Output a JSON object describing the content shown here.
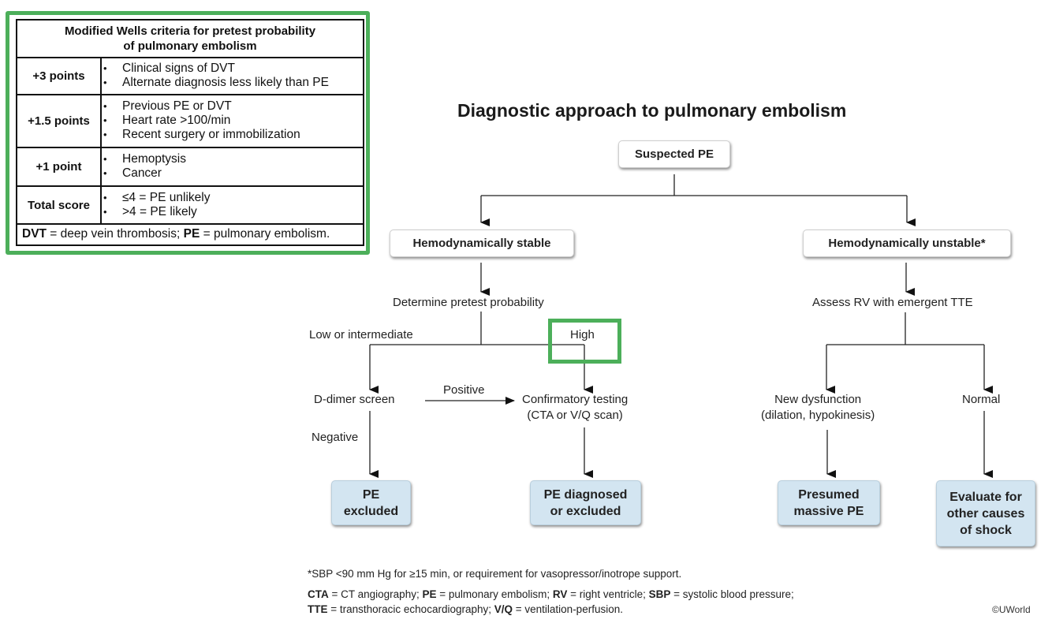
{
  "wells": {
    "title": "Modified Wells criteria for pretest probability of pulmonary embolism",
    "title_line1": "Modified Wells criteria for pretest probability",
    "title_line2": "of pulmonary embolism",
    "rows": [
      {
        "points": "+3 points",
        "items": [
          "Clinical signs of DVT",
          "Alternate diagnosis less likely than PE"
        ]
      },
      {
        "points": "+1.5 points",
        "items": [
          "Previous PE or DVT",
          "Heart rate >100/min",
          "Recent surgery or immobilization"
        ]
      },
      {
        "points": "+1 point",
        "items": [
          "Hemoptysis",
          "Cancer"
        ]
      },
      {
        "points": "Total score",
        "items": [
          "≤4 = PE unlikely",
          ">4 = PE likely"
        ]
      }
    ],
    "footer": {
      "abbr1": "DVT",
      "def1": " = deep vein thrombosis; ",
      "abbr2": "PE",
      "def2": " = pulmonary embolism."
    },
    "highlight_color": "#4caf5a"
  },
  "flowchart": {
    "title": "Diagnostic approach to pulmonary embolism",
    "nodes": {
      "suspected": "Suspected PE",
      "stable": "Hemodynamically stable",
      "unstable": "Hemodynamically unstable*",
      "pretest": "Determine pretest probability",
      "low": "Low or intermediate",
      "high": "High",
      "ddimer": "D-dimer screen",
      "positive": "Positive",
      "negative": "Negative",
      "confirm_line1": "Confirmatory testing",
      "confirm_line2": "(CTA or V/Q scan)",
      "assess_rv": "Assess RV with emergent TTE",
      "new_dys_line1": "New dysfunction",
      "new_dys_line2": "(dilation, hypokinesis)",
      "normal": "Normal"
    },
    "outcomes": {
      "pe_excluded": [
        "PE",
        "excluded"
      ],
      "pe_diag": [
        "PE diagnosed",
        "or excluded"
      ],
      "massive": [
        "Presumed",
        "massive PE"
      ],
      "shock": [
        "Evaluate for",
        "other causes",
        "of shock"
      ]
    },
    "outcome_color": "#d3e5f1"
  },
  "footnotes": {
    "asterisk": "*SBP <90 mm Hg for ≥15 min, or requirement for vasopressor/inotrope support.",
    "abbrev_line1": [
      {
        "abbr": "CTA",
        "def": " = CT angiography; "
      },
      {
        "abbr": "PE",
        "def": " = pulmonary embolism; "
      },
      {
        "abbr": "RV",
        "def": " = right ventricle; "
      },
      {
        "abbr": "SBP",
        "def": " = systolic blood pressure;"
      }
    ],
    "abbrev_line2": [
      {
        "abbr": "TTE",
        "def": " = transthoracic echocardiography; "
      },
      {
        "abbr": "V/Q",
        "def": " = ventilation-perfusion."
      }
    ],
    "copyright": "©UWorld"
  }
}
